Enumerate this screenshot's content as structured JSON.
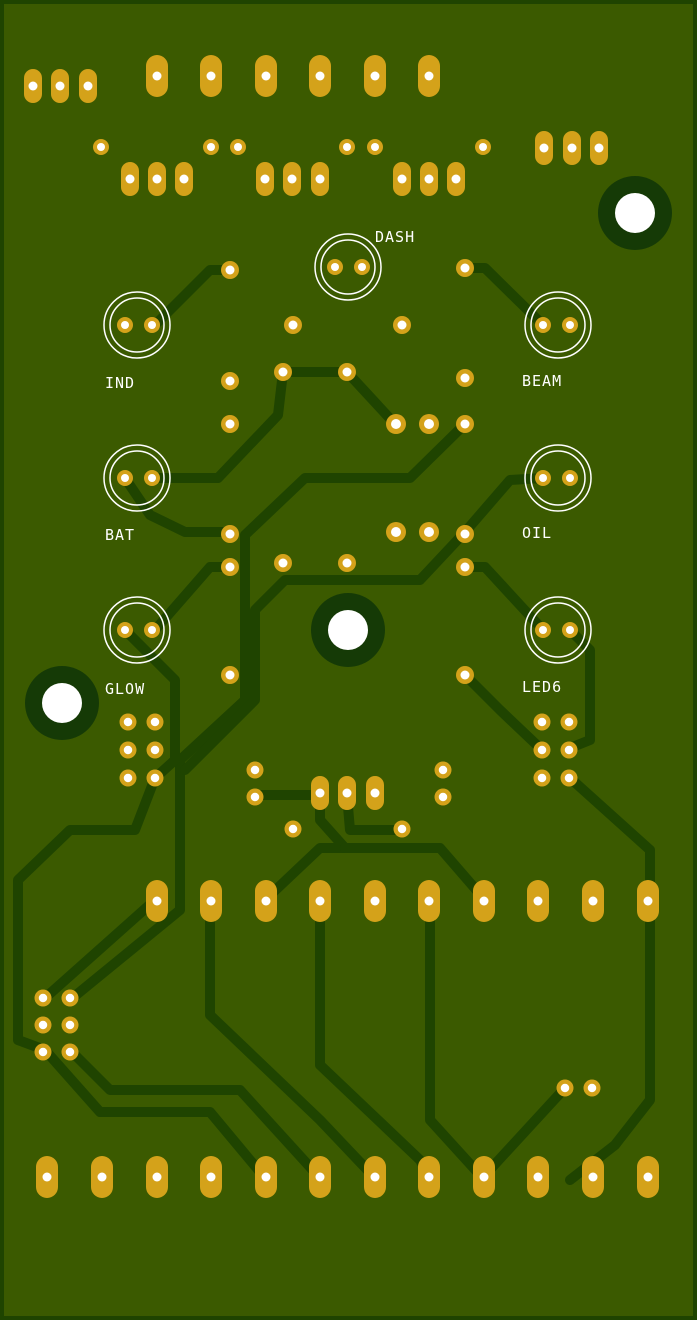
{
  "board": {
    "colors": {
      "substrate": "#3b5a00",
      "copper_trace": "#1f4400",
      "pad": "#d4a21a",
      "drill": "#ffffff",
      "silkscreen": "#ffffff",
      "edge": "#1f4400",
      "mount_ring": "#153a06"
    }
  },
  "labels": {
    "dash": "DASH",
    "ind": "IND",
    "beam": "BEAM",
    "bat": "BAT",
    "oil": "OIL",
    "glow": "GLOW",
    "led6": "LED6"
  }
}
